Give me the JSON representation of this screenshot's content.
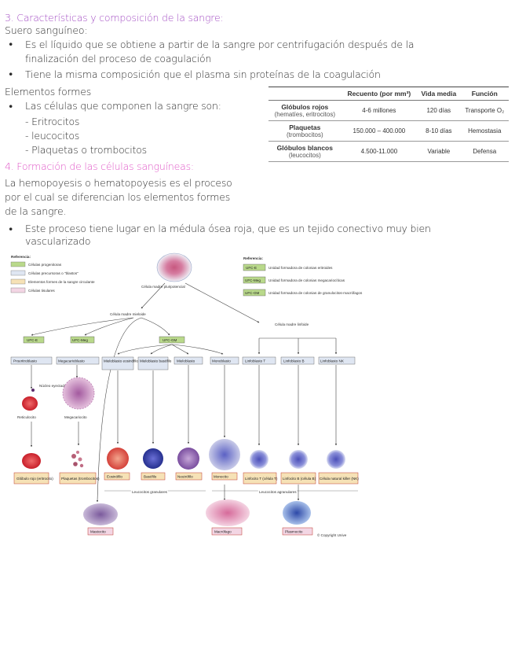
{
  "notes": {
    "section3_title": "3. Características y composición de la sangre:",
    "suero_heading": "Suero sanguíneo:",
    "suero_bullet1_l1": "Es el líquido que se obtiene a partir de la sangre por centrifugación después de la",
    "suero_bullet1_l2": "finalización del proceso de coagulación",
    "suero_bullet2": "Tiene la misma composición que el plasma sin proteínas de la coagulación",
    "formes_heading": "Elementos formes",
    "formes_bullet": "Las células que componen la sangre son:",
    "formes_items": [
      "- Eritrocitos",
      "- leucocitos",
      "- Plaquetas o trombocitos"
    ],
    "section4_title": "4. Formación de las células sanguíneas:",
    "hemo_l1": "La hemopoyesis o hematopoyesis es el proceso",
    "hemo_l2": "por el cual se diferencian los elementos formes",
    "hemo_l3": "de la sangre.",
    "hemo_bullet_l1": "Este proceso tiene lugar en la médula ósea roja, que es un tejido conectivo muy bien",
    "hemo_bullet_l2": "vascularizado",
    "bullet_glyph": "•"
  },
  "table": {
    "headers": [
      "",
      "Recuento (por mm³)",
      "Vida media",
      "Función"
    ],
    "rows": [
      {
        "name": "Glóbulos rojos",
        "sub": "(hematíes, eritrocitos)",
        "count": "4-6 millones",
        "life": "120 días",
        "func": "Transporte O₂"
      },
      {
        "name": "Plaquetas",
        "sub": "(trombocitos)",
        "count": "150.000 – 400.000",
        "life": "8-10 días",
        "func": "Hemostasia"
      },
      {
        "name": "Glóbulos blancos",
        "sub": "(leucocitos)",
        "count": "4.500-11.000",
        "life": "Variable",
        "func": "Defensa"
      }
    ]
  },
  "diagram": {
    "legend_title_left": "Referencia:",
    "legend_left": [
      {
        "label": "Células progenitoras",
        "color": "#b9d98b"
      },
      {
        "label": "Células precursoras o \"blastos\"",
        "color": "#dfe6f2"
      },
      {
        "label": "Elementos formes de la sangre circulante",
        "color": "#f6e2b6"
      },
      {
        "label": "Células tisulares",
        "color": "#f3d6e4"
      }
    ],
    "legend_title_right": "Referencia:",
    "legend_right": [
      {
        "code": "UFC-E",
        "label": "Unidad formadora de colonias eritroides"
      },
      {
        "code": "UFC-Meg",
        "label": "Unidad formadora de colonias megacariocíticas"
      },
      {
        "code": "UFC-GM",
        "label": "Unidad formadora de colonias de granulocitos-macrófagos"
      }
    ],
    "stem_label": "Célula madre pluripotencial",
    "myeloid_label": "Célula madre mieloide",
    "lymphoid_label": "Célula madre linfoide",
    "progenitors": [
      "UFC-E",
      "UFC-Meg",
      "UFC-GM"
    ],
    "blasts": [
      "Proeritroblasto",
      "Megacarioblasto",
      "Mieloblasto eosinófilo",
      "Mieloblasto basófilo",
      "Mieloblasto",
      "Monoblasto",
      "Linfoblasto T",
      "Linfoblasto B",
      "Linfoblasto NK"
    ],
    "nucleus_label": "Núcleo eyectado",
    "reticulocyte": "Reticulocito",
    "megakaryocyte": "Megacariocito",
    "mature": [
      "Glóbulo rojo (eritrocito)",
      "Plaquetas (trombocitos)",
      "Eosinófilo",
      "Basófilo",
      "Neutrófilo",
      "Monocito",
      "Linfocito T (célula T)",
      "Linfocito B (célula B)",
      "Célula natural killer (NK)"
    ],
    "granular_label": "Leucocitos granulares",
    "agranular_label": "Leucocitos agranulares",
    "tissue": [
      "Mastocito",
      "Macrófago",
      "Plasmocito"
    ],
    "copyright": "© Copyright Unive"
  }
}
